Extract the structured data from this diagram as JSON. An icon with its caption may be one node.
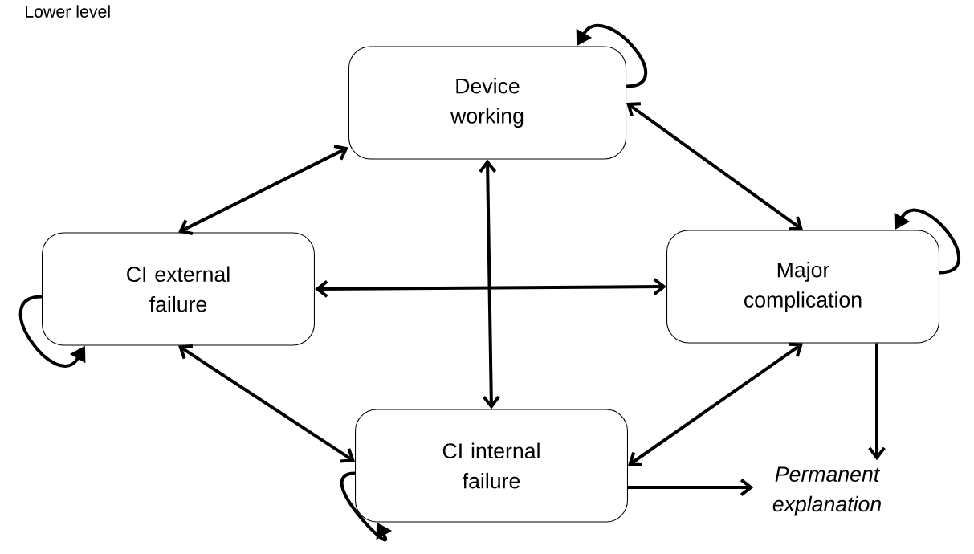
{
  "diagram": {
    "nodes": [
      {
        "text": [
          "Device working"
        ]
      },
      {
        "text": [
          "CI external failure"
        ]
      },
      {
        "text": [
          "Major complication"
        ]
      },
      {
        "text": [
          "CI internal failure"
        ]
      },
      {
        "text": [
          "*Permanent explanation*"
        ]
      }
    ],
    "edges": [
      {
        "from": 0,
        "to": 1,
        "arrow": "both"
      },
      {
        "from": 0,
        "to": 2,
        "arrow": "both"
      },
      {
        "from": 0,
        "to": 3,
        "arrow": "both"
      },
      {
        "from": 1,
        "to": 2,
        "arrow": "both"
      },
      {
        "from": 1,
        "to": 3,
        "arrow": "both"
      },
      {
        "from": 2,
        "to": 3,
        "arrow": "both"
      },
      {
        "from": 2,
        "to": 4,
        "arrow": "to"
      },
      {
        "from": 3,
        "to": 4,
        "arrow": "to"
      },
      {
        "from": 0,
        "to": 0,
        "arrow": "to"
      },
      {
        "from": 1,
        "to": 1,
        "arrow": "to"
      },
      {
        "from": 2,
        "to": 2,
        "arrow": "to"
      },
      {
        "from": 3,
        "to": 3,
        "arrow": "to"
      }
    ],
    "labels": [
      "Lower level"
    ]
  }
}
